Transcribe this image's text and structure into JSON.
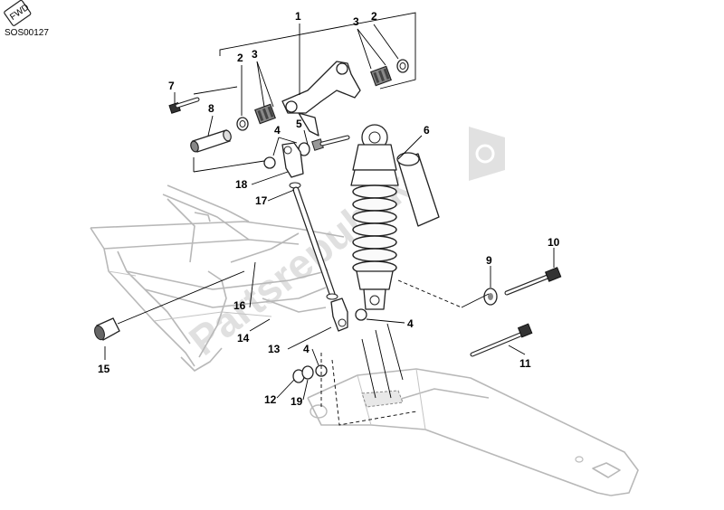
{
  "diagram": {
    "drawing_code": "SOS00127",
    "fwd_badge": "FWD",
    "watermark": "Partsrepublik",
    "callouts": [
      {
        "id": "c1",
        "text": "1"
      },
      {
        "id": "c2a",
        "text": "2"
      },
      {
        "id": "c2b",
        "text": "2"
      },
      {
        "id": "c3a",
        "text": "3"
      },
      {
        "id": "c3b",
        "text": "3"
      },
      {
        "id": "c4a",
        "text": "4"
      },
      {
        "id": "c4b",
        "text": "4"
      },
      {
        "id": "c4c",
        "text": "4"
      },
      {
        "id": "c5",
        "text": "5"
      },
      {
        "id": "c6",
        "text": "6"
      },
      {
        "id": "c7",
        "text": "7"
      },
      {
        "id": "c8",
        "text": "8"
      },
      {
        "id": "c9",
        "text": "9"
      },
      {
        "id": "c10",
        "text": "10"
      },
      {
        "id": "c11",
        "text": "11"
      },
      {
        "id": "c12",
        "text": "12"
      },
      {
        "id": "c13",
        "text": "13"
      },
      {
        "id": "c14",
        "text": "14"
      },
      {
        "id": "c15",
        "text": "15"
      },
      {
        "id": "c16",
        "text": "16"
      },
      {
        "id": "c17",
        "text": "17"
      },
      {
        "id": "c18",
        "text": "18"
      },
      {
        "id": "c19",
        "text": "19"
      }
    ]
  }
}
